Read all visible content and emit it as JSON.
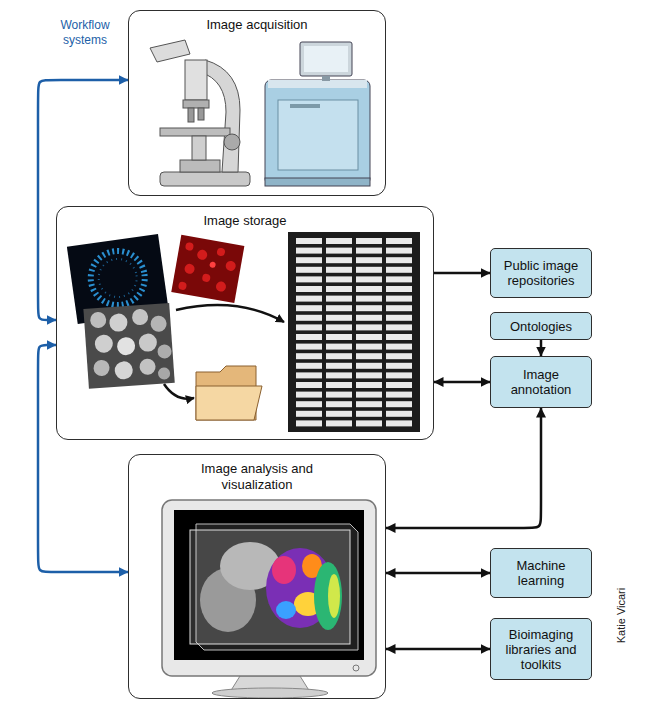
{
  "diagram": {
    "nodes": [
      {
        "text": [
          "Image acquisition"
        ]
      },
      {
        "text": [
          "Image storage"
        ]
      },
      {
        "text": [
          "Public image repositories"
        ]
      },
      {
        "text": [
          "Ontologies"
        ]
      },
      {
        "text": [
          "Image annotation"
        ]
      },
      {
        "text": [
          "Image analysis and visualization"
        ]
      },
      {
        "text": [
          "Machine learning"
        ]
      },
      {
        "text": [
          "Bioimaging libraries and toolkits"
        ]
      }
    ],
    "edges": [
      {
        "from": 0,
        "to": 1,
        "arrow": "both"
      },
      {
        "from": 1,
        "to": 5,
        "arrow": "both"
      },
      {
        "from": 1,
        "to": 2,
        "arrow": "to"
      },
      {
        "from": 3,
        "to": 4,
        "arrow": "to"
      },
      {
        "from": 1,
        "to": 4,
        "arrow": "both"
      },
      {
        "from": 5,
        "to": 4,
        "arrow": "both"
      },
      {
        "from": 5,
        "to": 6,
        "arrow": "both"
      },
      {
        "from": 5,
        "to": 7,
        "arrow": "both"
      }
    ],
    "labels": [
      "Workflow systems",
      "Katie Vicari"
    ]
  }
}
